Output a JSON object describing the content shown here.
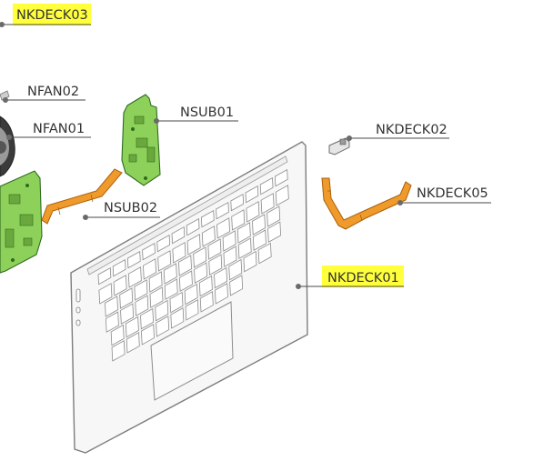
{
  "labels": {
    "nkdeck03": "NKDECK03",
    "nfan02": "NFAN02",
    "nfan01": "NFAN01",
    "nsub01": "NSUB01",
    "nsub02": "NSUB02",
    "nkdeck02": "NKDECK02",
    "nkdeck05": "NKDECK05",
    "nkdeck01": "NKDECK01"
  },
  "highlighted": [
    "nkdeck03",
    "nkdeck01"
  ],
  "colors": {
    "highlight": "#ffff3c",
    "pcb": "#8ed15a",
    "pcb_edge": "#2f6b1f",
    "flex_cable": "#ef9a2a",
    "flex_edge": "#a8600d",
    "deck": "#f7f7f7",
    "deck_edge": "#7d7d7d",
    "leader": "#4a4a4a"
  }
}
